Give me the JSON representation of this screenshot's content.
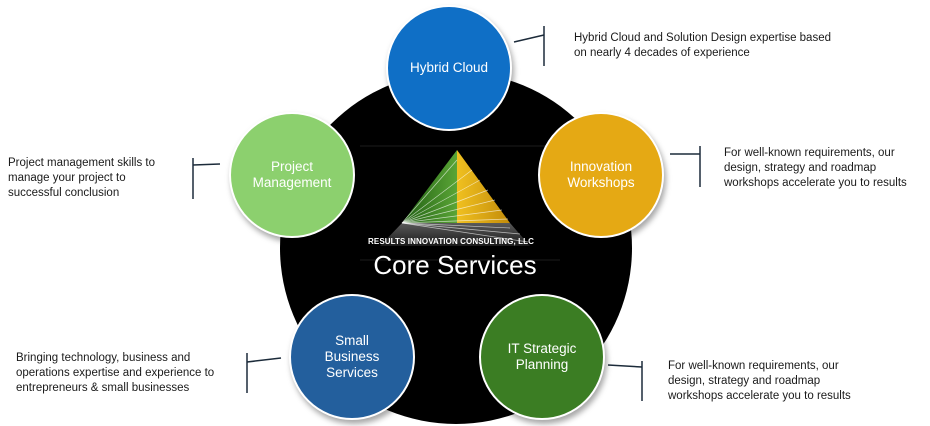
{
  "diagram": {
    "center": {
      "company_name": "RESULTS INNOVATION CONSULTING, LLC",
      "title": "Core Services",
      "logo": "pyramid-logo"
    },
    "nodes": [
      {
        "id": "hybrid-cloud",
        "label": "Hybrid Cloud",
        "color": "#0f6fc6",
        "description": "Hybrid Cloud and Solution Design expertise based\non nearly 4 decades of experience"
      },
      {
        "id": "project-management",
        "label": "Project\nManagement",
        "color": "#8cd06e",
        "description": "Project management skills to\nmanage your project to\nsuccessful conclusion"
      },
      {
        "id": "innovation-workshops",
        "label": "Innovation\nWorkshops",
        "color": "#e5a914",
        "description": "For well-known requirements, our\ndesign, strategy and roadmap\nworkshops accelerate you to results"
      },
      {
        "id": "small-business-services",
        "label": "Small\nBusiness\nServices",
        "color": "#235f9d",
        "description": "Bringing technology, business and\noperations expertise and experience to\nentrepreneurs & small businesses"
      },
      {
        "id": "it-strategic-planning",
        "label": "IT Strategic\nPlanning",
        "color": "#3b7d23",
        "description": "For well-known requirements, our\ndesign, strategy and roadmap\nworkshops accelerate you to results"
      }
    ],
    "colors": {
      "hub": "#000000",
      "connector": "#1c2b3a",
      "logo_green": "#4a9a2a",
      "logo_gold": "#e0a817",
      "logo_gray": "#3a3a3a"
    }
  }
}
